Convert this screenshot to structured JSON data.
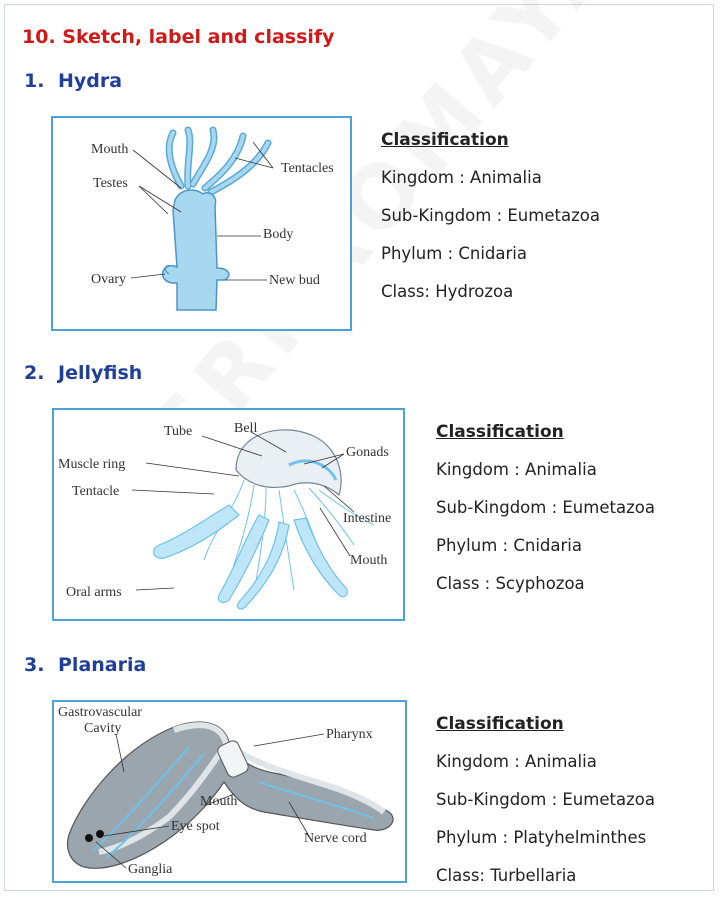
{
  "heading": "10. Sketch, label and classify",
  "sections": [
    {
      "number": "1.",
      "name": "Hydra",
      "figure_labels": {
        "mouth": "Mouth",
        "tentacles": "Tentacles",
        "testes": "Testes",
        "body": "Body",
        "ovary": "Ovary",
        "new_bud": "New bud"
      },
      "classification": {
        "title": "Classification",
        "kingdom": "Kingdom : Animalia",
        "subkingdom": "Sub-Kingdom : Eumetazoa",
        "phylum": "Phylum : Cnidaria",
        "class": "Class: Hydrozoa"
      }
    },
    {
      "number": "2.",
      "name": "Jellyfish",
      "figure_labels": {
        "tube": "Tube",
        "bell": "Bell",
        "gonads": "Gonads",
        "muscle_ring": "Muscle ring",
        "tentacle": "Tentacle",
        "intestine": "Intestine",
        "mouth": "Mouth",
        "oral_arms": "Oral arms"
      },
      "classification": {
        "title": "Classification",
        "kingdom": "Kingdom : Animalia",
        "subkingdom": "Sub-Kingdom : Eumetazoa",
        "phylum": "Phylum : Cnidaria",
        "class": "Class :  Scyphozoa"
      }
    },
    {
      "number": "3.",
      "name": "Planaria",
      "figure_labels": {
        "gastro": "Gastrovascular",
        "cavity": "Cavity",
        "pharynx": "Pharynx",
        "mouth": "Mouth",
        "eye_spot": "Eye spot",
        "nerve_cord": "Nerve cord",
        "ganglia": "Ganglia"
      },
      "classification": {
        "title": "Classification",
        "kingdom": "Kingdom : Animalia",
        "subkingdom": "Sub-Kingdom : Eumetazoa",
        "phylum": "Phylum : Platyhelminthes",
        "class": "Class: Turbellaria"
      }
    }
  ],
  "watermark": "SRI ROMAYA",
  "colors": {
    "heading": "#d01919",
    "section_title": "#1f3f99",
    "figure_border": "#4ba3d8",
    "hydra_fill": "#a8d8f0",
    "diagram_blue": "#6fc2ea"
  }
}
